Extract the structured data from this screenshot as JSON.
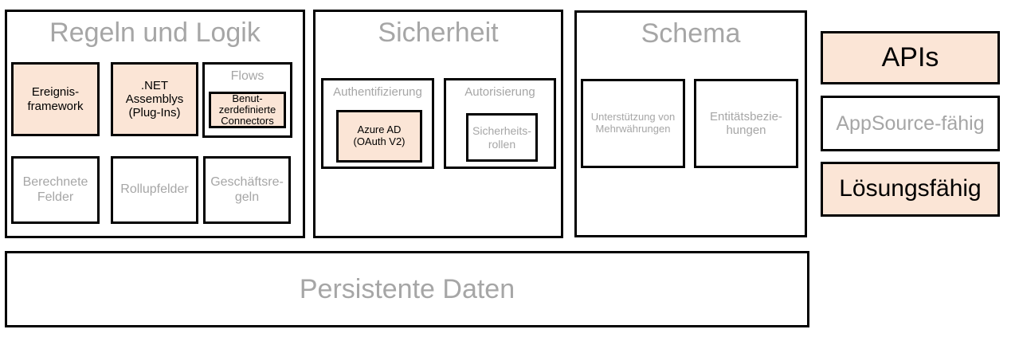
{
  "colors": {
    "accent_peach": "#FBE5D6",
    "border_black": "#000000",
    "muted_gray_text": "#A6A6A6",
    "background_white": "#FFFFFF"
  },
  "sections": {
    "rules": {
      "title": "Regeln und Logik",
      "event_framework": "Ereignis-\nframework",
      "net_assemblies": ".NET Assemblys\n(Plug-Ins)",
      "flows": {
        "title": "Flows",
        "custom_connectors": "Benut-\nzerdefinierte\nConnectors"
      },
      "calculated_fields": "Berechnete\nFelder",
      "rollup_fields": "Rollupfelder",
      "business_rules": "Geschäftsre-\ngeln"
    },
    "security": {
      "title": "Sicherheit",
      "authentication": {
        "title": "Authentifizierung",
        "azure_ad": "Azure AD\n(OAuth V2)"
      },
      "authorization": {
        "title": "Autorisierung",
        "security_roles": "Sicherheits-\nrollen"
      }
    },
    "schema": {
      "title": "Schema",
      "multicurrency_support": "Unterstützung von\nMehrwährungen",
      "entity_relationships": "Entitätsbezie-\nhungen"
    },
    "capabilities": {
      "apis": "APIs",
      "appsource_ready": "AppSource-fähig",
      "solution_aware": "Lösungsfähig"
    },
    "persistent_data": {
      "title": "Persistente Daten"
    }
  }
}
